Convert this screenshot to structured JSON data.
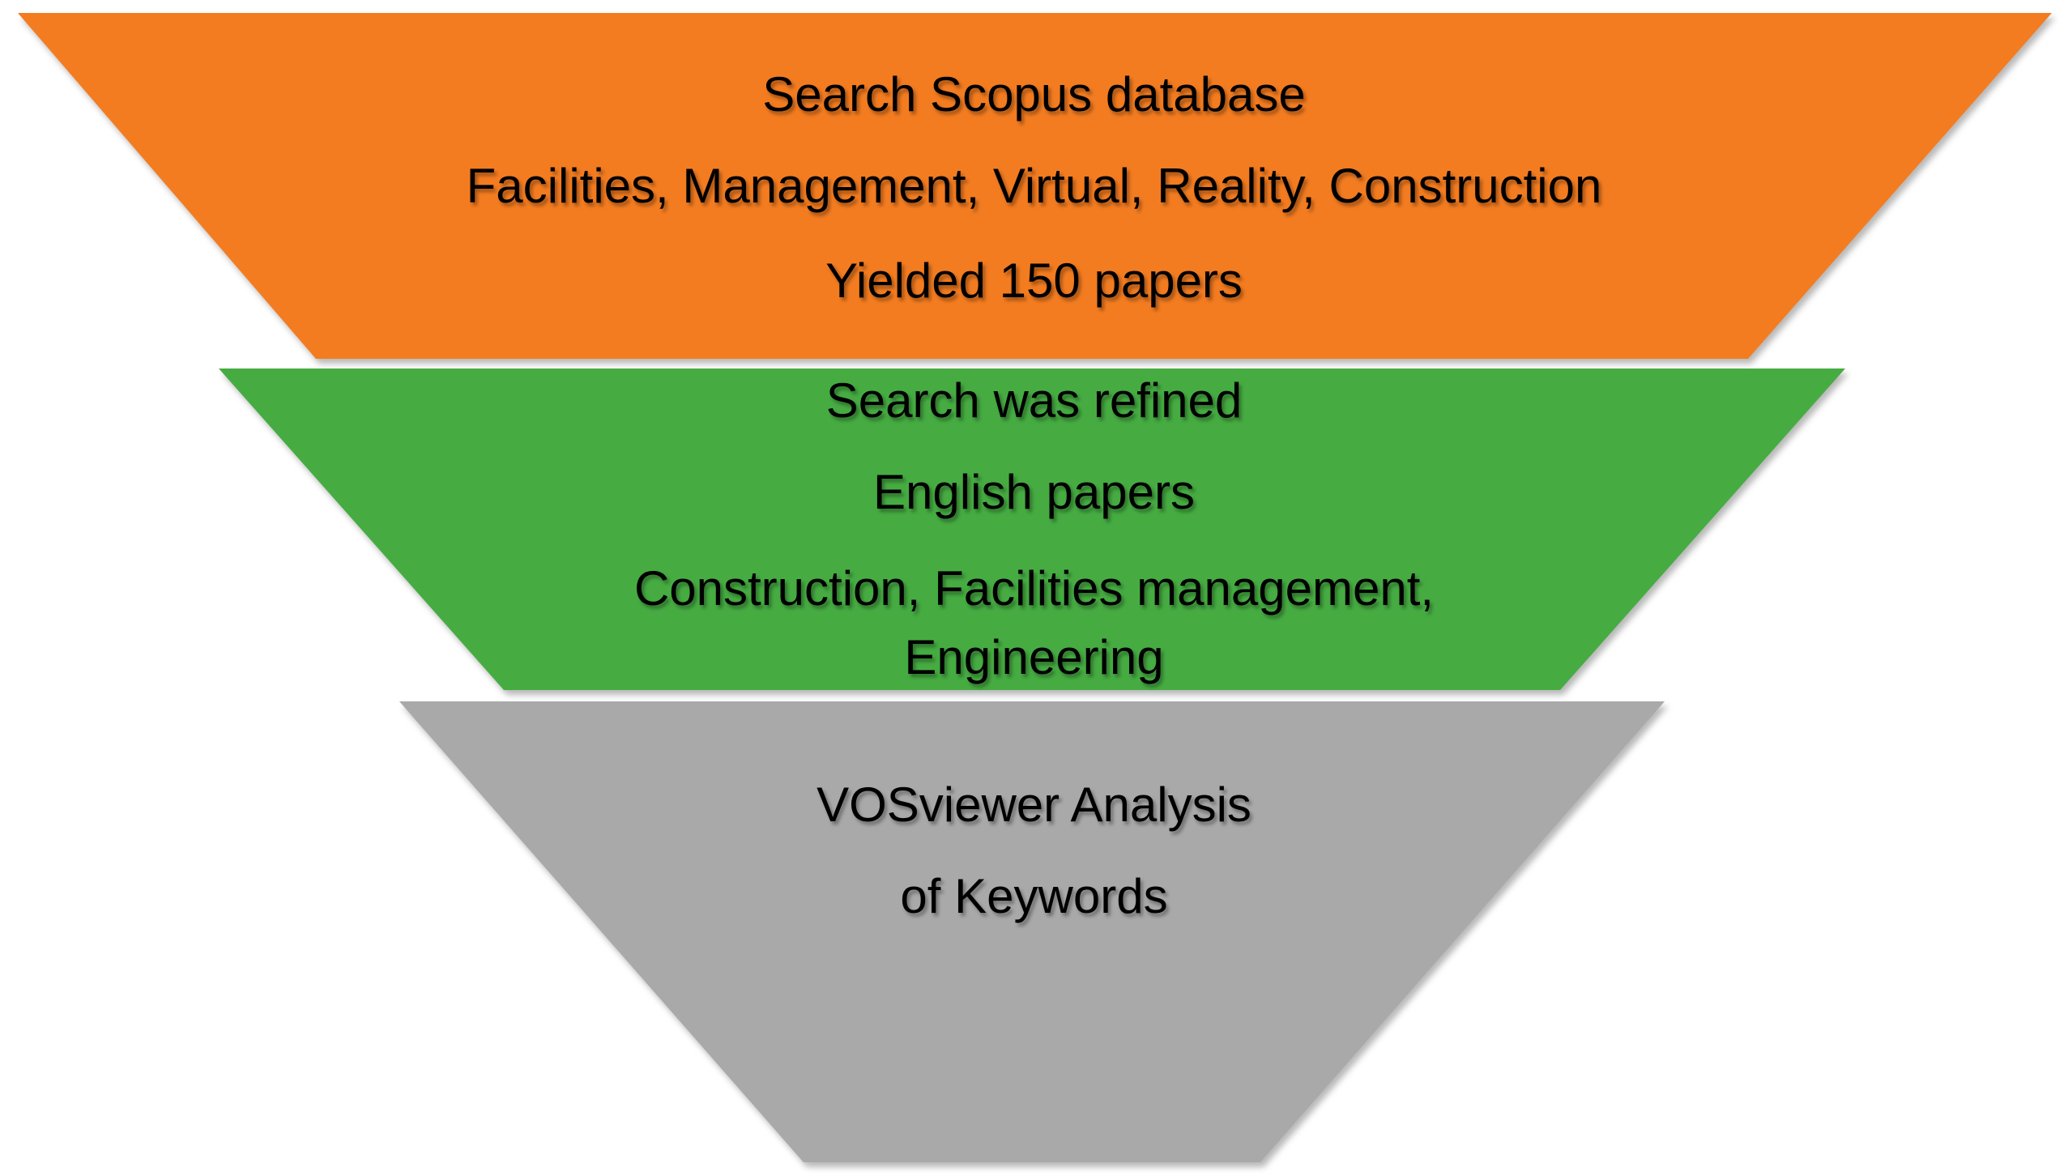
{
  "funnel": {
    "background_color": "#FFFFFF",
    "text_color": "#000000",
    "stages": [
      {
        "name": "scopus-search",
        "color": "#F47C20",
        "lines": [
          "Search Scopus database",
          "Facilities, Management, Virtual, Reality, Construction",
          "Yielded 150 papers"
        ]
      },
      {
        "name": "refined-search",
        "color": "#46AC42",
        "lines": [
          "Search was refined",
          "English papers",
          "Construction, Facilities management,",
          "Engineering"
        ]
      },
      {
        "name": "vosviewer-analysis",
        "color": "#A9A9A9",
        "lines": [
          "VOSviewer Analysis",
          "of Keywords"
        ]
      }
    ]
  }
}
